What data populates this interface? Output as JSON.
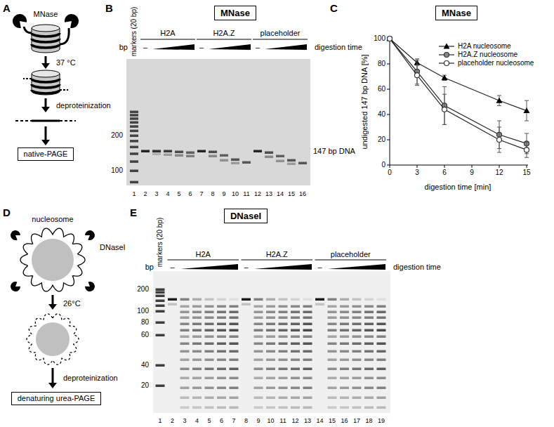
{
  "diagram": {
    "nodes": [
      {
        "text": [
          "MNase"
        ]
      },
      {
        "text": [
          "MNase"
        ]
      },
      {
        "text": [
          "native-PAGE"
        ]
      },
      {
        "text": [
          "DNaseI"
        ]
      },
      {
        "text": [
          "denaturing urea-PAGE"
        ]
      }
    ],
    "labels": [
      "A",
      "MNase",
      "37 °C",
      "deproteinization",
      "B",
      "markers (20 bp)",
      "H2A",
      "H2A.Z",
      "placeholder",
      "bp",
      "–",
      "–",
      "–",
      "digestion time",
      "200",
      "100",
      "147 bp DNA",
      "1",
      "2",
      "3",
      "4",
      "5",
      "6",
      "7",
      "8",
      "9",
      "10",
      "11",
      "12",
      "13",
      "14",
      "15",
      "16",
      "C",
      "undigested 147 bp DNA [%]",
      "0",
      "20",
      "40",
      "60",
      "80",
      "100",
      "0",
      "3",
      "6",
      "9",
      "12",
      "15",
      "digestion time [min]",
      "D",
      "nucleosome",
      "DNaseI",
      "26°C",
      "deproteinization",
      "E",
      "markers (20 bp)",
      "H2A",
      "H2A.Z",
      "placeholder",
      "bp",
      "–",
      "–",
      "–",
      "digestion time",
      "200",
      "100",
      "80",
      "60",
      "40",
      "20",
      "1",
      "2",
      "3",
      "4",
      "5",
      "6",
      "7",
      "8",
      "9",
      "10",
      "11",
      "12",
      "13",
      "14",
      "15",
      "16",
      "17",
      "18",
      "19"
    ],
    "legend": [
      {
        "text": "H2A nucleosome"
      },
      {
        "text": "H2A.Z nucleosome"
      },
      {
        "text": "placeholder nucleosome"
      }
    ]
  }
}
